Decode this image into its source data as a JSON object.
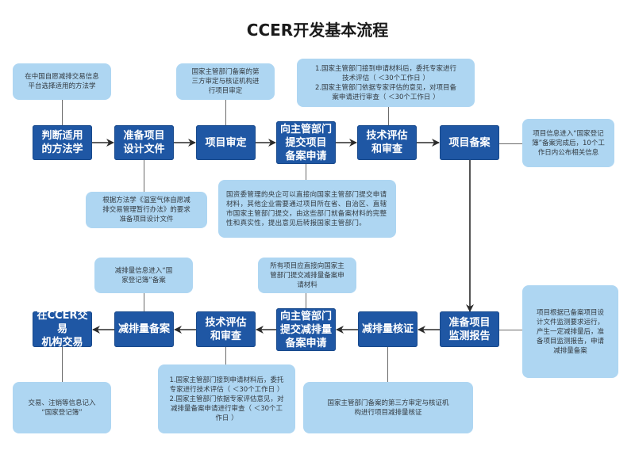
{
  "title": "CCER开发基本流程",
  "colors": {
    "main_box": "#1f57a4",
    "note_box": "#aed6f2",
    "connector": "#6b6b6b",
    "arrow": "#333333"
  },
  "top_row": [
    {
      "label": "判断适用\n的方法学"
    },
    {
      "label": "准备项目\n设计文件"
    },
    {
      "label": "项目审定"
    },
    {
      "label": "向主管部门\n提交项目\n备案申请"
    },
    {
      "label": "技术评估\n和审查"
    },
    {
      "label": "项目备案"
    }
  ],
  "bottom_row": [
    {
      "label": "在CCER交易\n机构交易"
    },
    {
      "label": "减排量备案"
    },
    {
      "label": "技术评估\n和审查"
    },
    {
      "label": "向主管部门\n提交减排量\n备案申请"
    },
    {
      "label": "减排量核证"
    },
    {
      "label": "准备项目\n监测报告"
    }
  ],
  "notes": {
    "methodology": "在中国自愿减排交易信息\n平台选择适用的方法学",
    "design_doc": "根据方法学《温室气体自愿减\n排交易管理暂行办法》的要求\n准备项目设计文件",
    "validation": "国家主管部门备案的第\n三方审定与核证机构进\n行项目审定",
    "project_filing_submit": "国资委管理的央企可以直接向国家主管部门提交申请材料，其他企业需要通过项目所在省、自治区、直辖市国家主管部门提交，由这些部门就备案材料的完整性和真实性，提出意见后转报国家主管部门。",
    "tech_review_top": "1.国家主管部门接到申请材料后，委托专家进行\n技术评估（ ＜30个工作日 ）\n2.国家主管部门依据专家评估的意见，对项目备\n案申请进行审查（ ＜30个工作日 ）",
    "project_filed": "项目信息进入“国家登记\n簿”备案完成后，10个工\n作日内公布相关信息",
    "monitoring_report": "项目根据已备案项目设\n计文件监测要求运行，\n产生一定减排量后，准\n备项目监测报告，申请\n减排量备案",
    "verification": "国家主管部门备案的第三方审定与核证机\n构进行项目减排量核证",
    "reduction_submit": "所有项目应直接向国家主\n管部门提交减排量备案申\n请材料",
    "tech_review_bottom": "1.国家主管部门接到申请材料后，委托\n专家进行技术评估（ ＜30个工作日 ）\n2.国家主管部门依据专家评估意见，对\n减排量备案申请进行审查（ ＜30个工\n作日 ）",
    "reduction_filed": "减排量信息进入“国\n家登记簿”备案",
    "trading": "交易、注销等信息记入\n“国家登记簿”"
  }
}
